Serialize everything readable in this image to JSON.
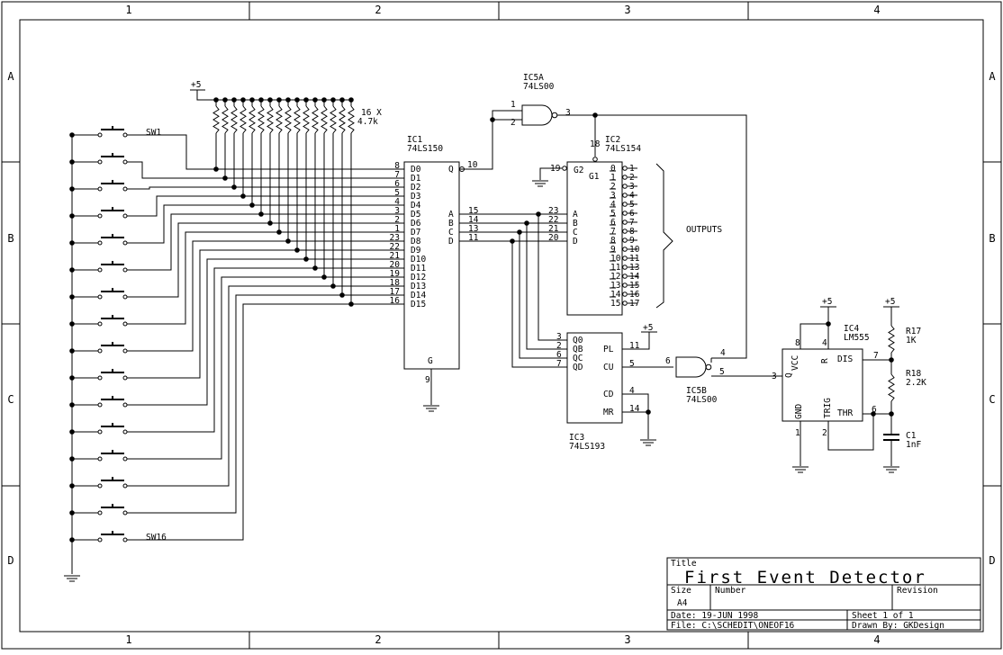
{
  "border": {
    "columns": [
      "1",
      "2",
      "3",
      "4"
    ],
    "rows": [
      "A",
      "B",
      "C",
      "D"
    ]
  },
  "title_block": {
    "title_label": "Title",
    "title": "First Event Detector",
    "size_label": "Size",
    "size": "A4",
    "number_label": "Number",
    "revision_label": "Revision",
    "date": "Date: 19-JUN 1998",
    "sheet": "Sheet 1 of 1",
    "file": "File: C:\\SCHEDIT\\ONEOF16",
    "drawn_by": "Drawn By: GKDesign"
  },
  "parts": {
    "ic1": {
      "ref": "IC1",
      "value": "74LS150",
      "inputs": [
        "D0",
        "D1",
        "D2",
        "D3",
        "D4",
        "D5",
        "D6",
        "D7",
        "D8",
        "D9",
        "D10",
        "D11",
        "D12",
        "D13",
        "D14",
        "D15"
      ],
      "input_pins": [
        "8",
        "7",
        "6",
        "5",
        "4",
        "3",
        "2",
        "1",
        "23",
        "22",
        "21",
        "20",
        "19",
        "18",
        "17",
        "16"
      ],
      "sel": [
        "A",
        "B",
        "C",
        "D"
      ],
      "sel_pins": [
        "15",
        "14",
        "13",
        "11"
      ],
      "q": "Q",
      "q_pin": "10",
      "g": "G",
      "g_pin": "9"
    },
    "ic2": {
      "ref": "IC2",
      "value": "74LS154",
      "in": [
        "A",
        "B",
        "C",
        "D"
      ],
      "in_pins": [
        "23",
        "22",
        "21",
        "20"
      ],
      "g2": "G2",
      "g1": "G1",
      "g2_pin": "19",
      "g1_pin": "18",
      "outs": [
        "0",
        "1",
        "2",
        "3",
        "4",
        "5",
        "6",
        "7",
        "8",
        "9",
        "10",
        "11",
        "12",
        "13",
        "14",
        "15"
      ],
      "out_pins": [
        "1",
        "2",
        "3",
        "4",
        "5",
        "6",
        "7",
        "8",
        "9",
        "10",
        "11",
        "13",
        "14",
        "15",
        "16",
        "17"
      ],
      "outputs_label": "OUTPUTS"
    },
    "ic3": {
      "ref": "IC3",
      "value": "74LS193",
      "left": [
        "Q0",
        "QB",
        "QC",
        "QD"
      ],
      "left_pins": [
        "3",
        "2",
        "6",
        "7"
      ],
      "right": [
        "PL",
        "CU",
        "CD",
        "MR"
      ],
      "right_pins": [
        "11",
        "5",
        "4",
        "14"
      ]
    },
    "ic4": {
      "ref": "IC4",
      "value": "LM555",
      "vcc": "VCC",
      "r": "R",
      "dis": "DIS",
      "q": "Q",
      "trig": "TRIG",
      "thr": "THR",
      "gnd": "GND",
      "pins": {
        "vcc": "8",
        "r": "4",
        "dis": "7",
        "q": "3",
        "trig": "2",
        "thr": "6",
        "gnd": "1"
      }
    },
    "ic5a": {
      "ref": "IC5A",
      "value": "74LS00",
      "pins": [
        "1",
        "2",
        "3"
      ]
    },
    "ic5b": {
      "ref": "IC5B",
      "value": "74LS00",
      "pins": [
        "6",
        "5",
        "4"
      ]
    },
    "resnet": {
      "label1": "16 X",
      "label2": "4.7k"
    },
    "r17": {
      "ref": "R17",
      "value": "1K"
    },
    "r18": {
      "ref": "R18",
      "value": "2.2K"
    },
    "c1": {
      "ref": "C1",
      "value": "1nF"
    },
    "sw_first": "SW1",
    "sw_last": "SW16",
    "vplus": "+5"
  }
}
